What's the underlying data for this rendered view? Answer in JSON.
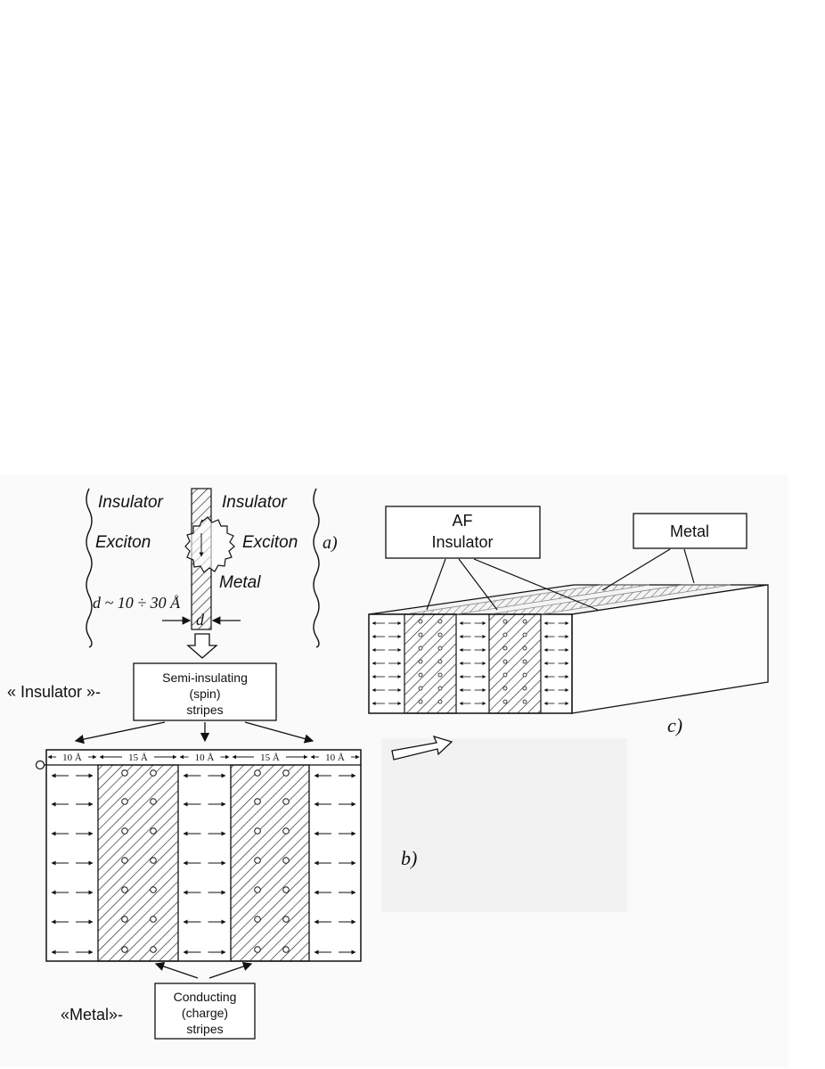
{
  "panel_a": {
    "insulator_left": "Insulator",
    "insulator_right": "Insulator",
    "exciton_left": "Exciton",
    "exciton_right": "Exciton",
    "metal": "Metal",
    "thickness_formula": "d ~ 10 ÷ 30 Å",
    "d_marker": "d",
    "panel_label": "a)"
  },
  "panel_b": {
    "insulator_caption": "« Insulator »-",
    "semi_insulating_box": [
      "Semi-insulating",
      "(spin)",
      "stripes"
    ],
    "widths": [
      "10 Å",
      "15 Å",
      "10 Å",
      "15 Å",
      "10 Å"
    ],
    "metal_caption": "«Metal»-",
    "conducting_box": [
      "Conducting",
      "(charge)",
      "stripes"
    ],
    "panel_label": "b)"
  },
  "panel_c": {
    "af_box": [
      "AF",
      "Insulator"
    ],
    "metal_box": "Metal",
    "panel_label": "c)"
  },
  "colors": {
    "ink": "#111111",
    "hatch": "#333333",
    "background": "#ffffff",
    "shade": "#f4f4f4"
  }
}
